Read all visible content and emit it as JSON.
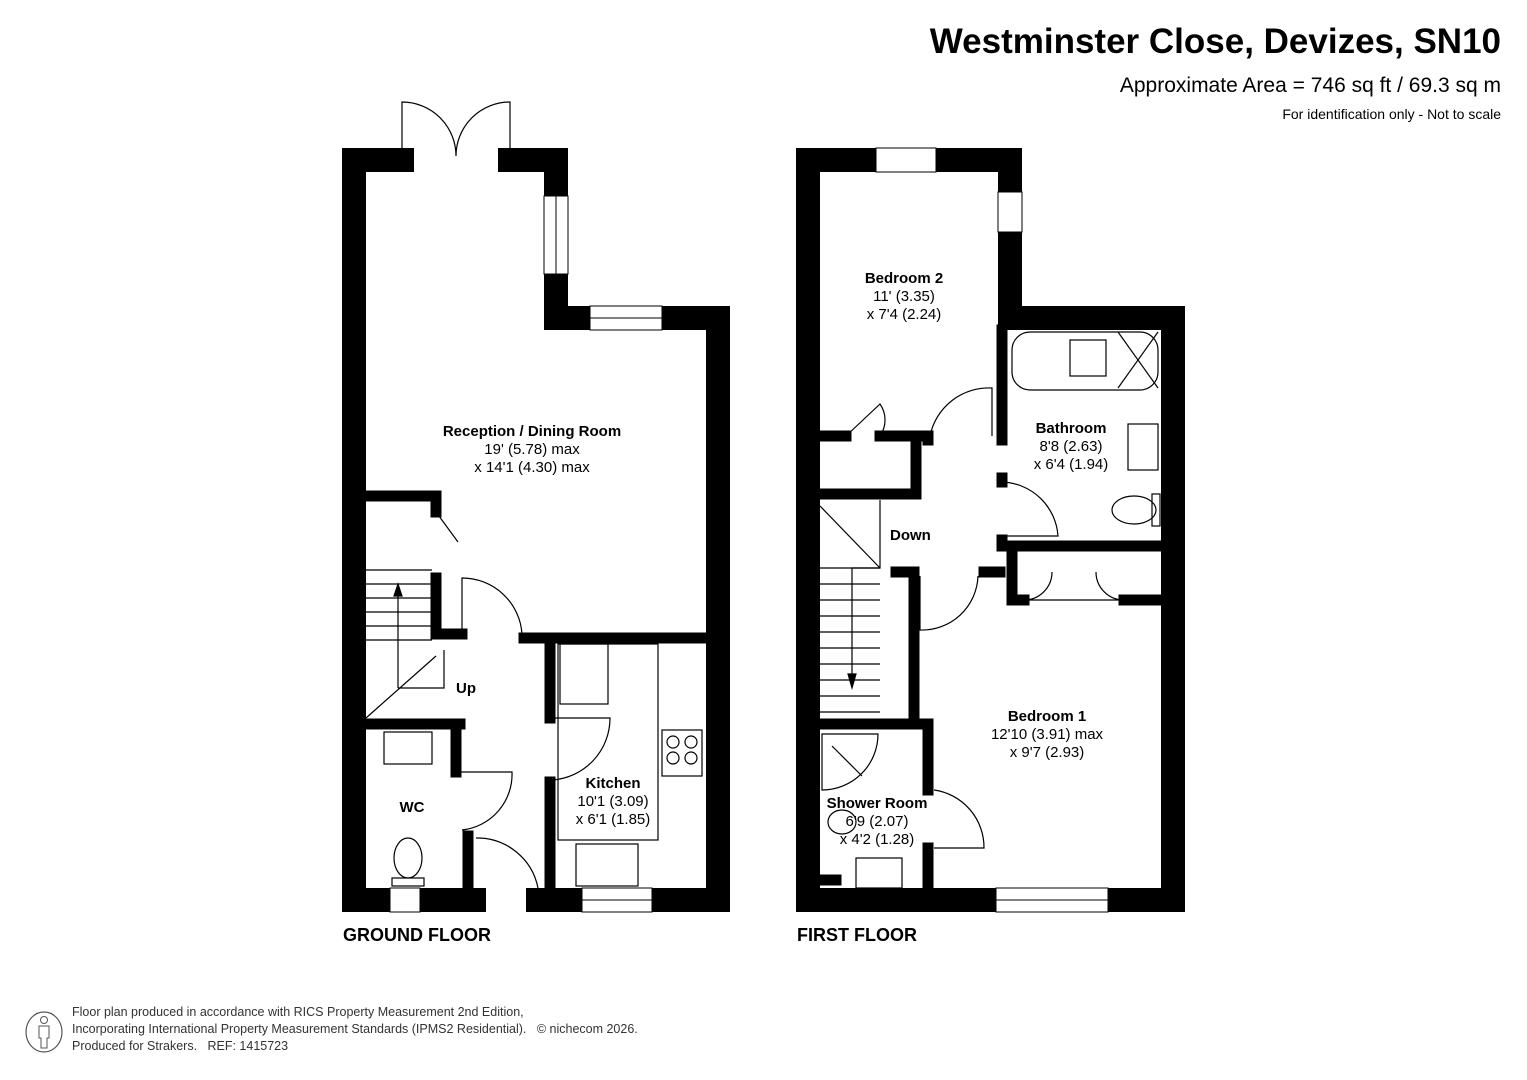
{
  "header": {
    "title": "Westminster Close, Devizes, SN10",
    "area": "Approximate Area = 746 sq ft / 69.3 sq m",
    "note": "For identification only - Not to scale"
  },
  "ground_floor": {
    "label": "GROUND FLOOR",
    "rooms": [
      {
        "name": "Reception / Dining Room",
        "dim1": "19' (5.78) max",
        "dim2": "x 14'1 (4.30) max"
      },
      {
        "name": "Kitchen",
        "dim1": "10'1 (3.09)",
        "dim2": "x 6'1 (1.85)"
      },
      {
        "name": "WC"
      }
    ],
    "stairs_label": "Up"
  },
  "first_floor": {
    "label": "FIRST FLOOR",
    "rooms": [
      {
        "name": "Bedroom 2",
        "dim1": "11' (3.35)",
        "dim2": "x 7'4 (2.24)"
      },
      {
        "name": "Bathroom",
        "dim1": "8'8 (2.63)",
        "dim2": "x 6'4 (1.94)"
      },
      {
        "name": "Bedroom 1",
        "dim1": "12'10 (3.91) max",
        "dim2": "x 9'7 (2.93)"
      },
      {
        "name": "Shower Room",
        "dim1": "6'9 (2.07)",
        "dim2": "x 4'2 (1.28)"
      }
    ],
    "stairs_label": "Down"
  },
  "footer": {
    "line1": "Floor plan produced in accordance with RICS Property Measurement 2nd Edition,",
    "line2": "Incorporating International Property Measurement Standards (IPMS2 Residential).",
    "copyright": "© nichecom 2026.",
    "line3": "Produced for Strakers.   REF: 1415723"
  },
  "icons": {
    "footer": "person-icon"
  }
}
